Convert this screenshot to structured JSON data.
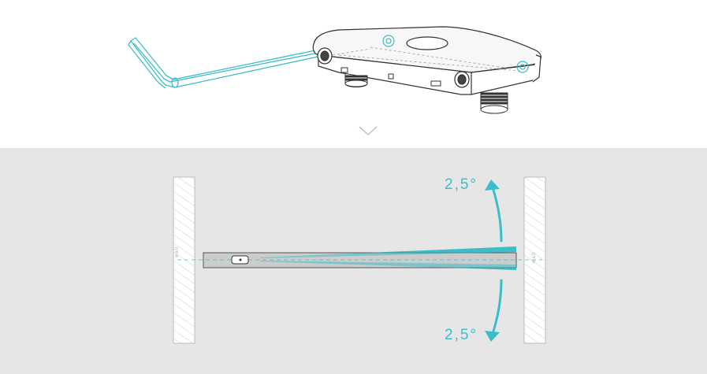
{
  "labels": {
    "angle_top": "2,5°",
    "angle_bottom": "2,5°",
    "wall_left": "wall",
    "wall_right": "wall"
  },
  "colors": {
    "accent": "#3dbdc9",
    "panel_background": "#e6e6e6",
    "outline": "#333333"
  },
  "icons": {
    "step_arrow": "chevron-down-icon"
  }
}
